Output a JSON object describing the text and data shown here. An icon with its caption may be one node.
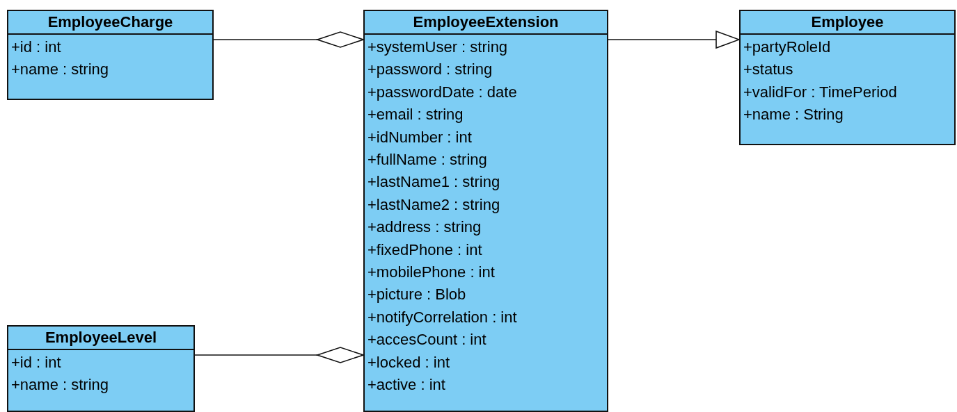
{
  "diagram": {
    "nodes": [
      {
        "text": [
          "EmployeeCharge",
          "+id : int",
          "+name : string"
        ]
      },
      {
        "text": [
          "EmployeeExtension",
          "+systemUser : string",
          "+password : string",
          "+passwordDate : date",
          "+email : string",
          "+idNumber : int",
          "+fullName : string",
          "+lastName1 : string",
          "+lastName2 : string",
          "+address : string",
          "+fixedPhone : int",
          "+mobilePhone : int",
          "+picture : Blob",
          "+notifyCorrelation : int",
          "+accesCount : int",
          "+locked : int",
          "+active : int"
        ]
      },
      {
        "text": [
          "Employee",
          "+partyRoleId",
          "+status",
          "+validFor : TimePeriod",
          "+name : String"
        ]
      },
      {
        "text": [
          "EmployeeLevel",
          "+id : int",
          "+name : string"
        ]
      }
    ],
    "edges": [
      {
        "from": 0,
        "to": 1,
        "arrow": "other"
      },
      {
        "from": 1,
        "to": 2,
        "arrow": "to"
      },
      {
        "from": 3,
        "to": 1,
        "arrow": "other"
      }
    ]
  }
}
